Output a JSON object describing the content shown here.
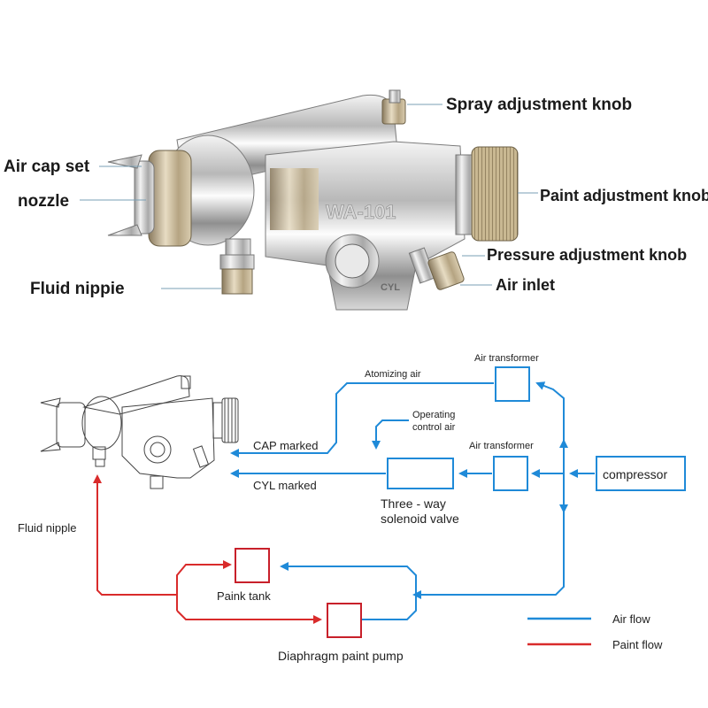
{
  "product": {
    "model_engraving": "WA-101",
    "port_engraving": "CYL",
    "callouts": {
      "spray_knob": "Spray adjustment knob",
      "air_cap": "Air cap set",
      "nozzle": "nozzle",
      "paint_knob": "Paint adjustment knob",
      "pressure_knob": "Pressure adjustment knob",
      "air_inlet": "Air inlet",
      "fluid_nipple": "Fluid nippie"
    }
  },
  "schematic": {
    "atomizing_air": "Atomizing air",
    "air_transformer_top": "Air transformer",
    "operating_control_air_1": "Operating",
    "operating_control_air_2": "control air",
    "air_transformer_mid": "Air transformer",
    "cap_marked": "CAP marked",
    "cyl_marked": "CYL marked",
    "compressor": "compressor",
    "solenoid_1": "Three - way",
    "solenoid_2": "solenoid valve",
    "fluid_nipple": "Fluid nipple",
    "paint_tank": "Paink tank",
    "pump": "Diaphragm paint pump"
  },
  "legend": {
    "air_flow": "Air flow",
    "paint_flow": "Paint flow"
  },
  "colors": {
    "air": "#1f8ad8",
    "paint": "#d92b2b",
    "box": "#c8202a"
  }
}
